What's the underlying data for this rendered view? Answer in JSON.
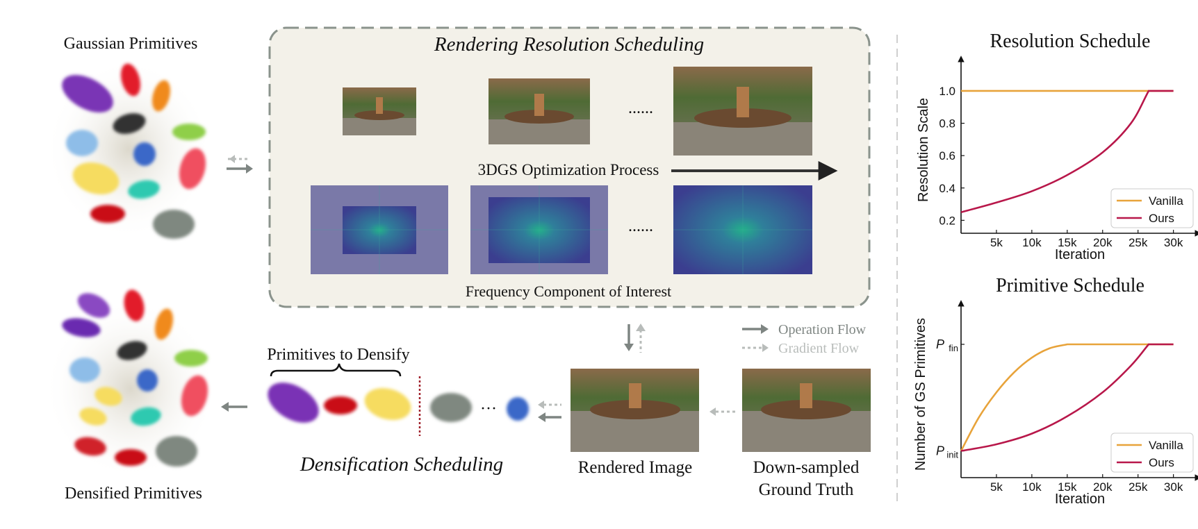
{
  "left": {
    "top_label": "Gaussian Primitives",
    "bottom_label": "Densified Primitives"
  },
  "scheduling": {
    "title": "Rendering Resolution Scheduling",
    "process_label": "3DGS Optimization Process",
    "ellipsis_1": "......",
    "ellipsis_2": "......",
    "frequency_label": "Frequency Component of Interest"
  },
  "densification": {
    "label": "Primitives to Densify",
    "title": "Densification Scheduling",
    "ellipsis": "···"
  },
  "images": {
    "rendered": "Rendered Image",
    "gt_line1": "Down-sampled",
    "gt_line2": "Ground Truth"
  },
  "legend_flow": {
    "operation": "Operation Flow",
    "gradient": "Gradient Flow"
  },
  "colors": {
    "vanilla": "#e8a33a",
    "ours": "#b8174a",
    "panel_bg": "#f3f1e9",
    "panel_border": "#8a938c",
    "flow_gray": "#7e8582",
    "grad_gray": "#b8bcba"
  },
  "chart_data": [
    {
      "type": "line",
      "title": "Resolution Schedule",
      "xlabel": "Iteration",
      "ylabel": "Resolution Scale",
      "xlim": [
        0,
        32000
      ],
      "ylim": [
        0.12,
        1.15
      ],
      "xticks": [
        "5k",
        "10k",
        "15k",
        "20k",
        "25k",
        "30k"
      ],
      "xtick_values": [
        5000,
        10000,
        15000,
        20000,
        25000,
        30000
      ],
      "yticks": [
        "0.2",
        "0.4",
        "0.6",
        "0.8",
        "1.0"
      ],
      "ytick_values": [
        0.2,
        0.4,
        0.6,
        0.8,
        1.0
      ],
      "legend": "lower-right",
      "series": [
        {
          "name": "Vanilla",
          "x": [
            0,
            30000
          ],
          "y": [
            1.0,
            1.0
          ]
        },
        {
          "name": "Ours",
          "x": [
            0,
            5000,
            10000,
            15000,
            20000,
            24000,
            26500,
            30000
          ],
          "y": [
            0.25,
            0.31,
            0.38,
            0.48,
            0.62,
            0.8,
            1.0,
            1.0
          ]
        }
      ]
    },
    {
      "type": "line",
      "title": "Primitive Schedule",
      "xlabel": "Iteration",
      "ylabel": "Number of GS Primitives",
      "xlim": [
        0,
        32000
      ],
      "ylim": [
        0,
        1.25
      ],
      "xticks": [
        "5k",
        "10k",
        "15k",
        "20k",
        "25k",
        "30k"
      ],
      "xtick_values": [
        5000,
        10000,
        15000,
        20000,
        25000,
        30000
      ],
      "ytick_labels": [
        {
          "base": "P",
          "sub": "init",
          "value": 0.2
        },
        {
          "base": "P",
          "sub": "fin",
          "value": 1.0
        }
      ],
      "legend": "lower-right",
      "series": [
        {
          "name": "Vanilla",
          "x": [
            0,
            2500,
            5000,
            7500,
            10000,
            12500,
            15000,
            30000
          ],
          "y": [
            0.2,
            0.45,
            0.64,
            0.79,
            0.9,
            0.97,
            1.0,
            1.0
          ]
        },
        {
          "name": "Ours",
          "x": [
            0,
            5000,
            10000,
            15000,
            20000,
            24000,
            26500,
            30000
          ],
          "y": [
            0.2,
            0.25,
            0.33,
            0.46,
            0.64,
            0.84,
            1.0,
            1.0
          ]
        }
      ]
    }
  ]
}
